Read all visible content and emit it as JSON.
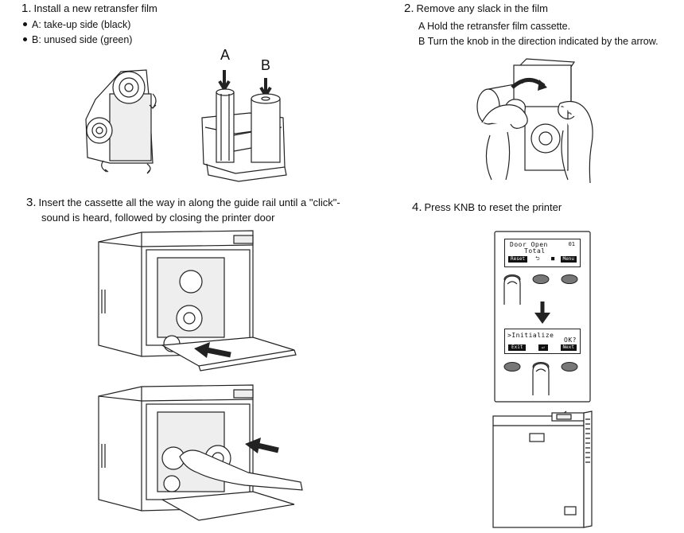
{
  "step1": {
    "number": "1.",
    "title": "Install a new retransfer film",
    "bullet_a": "A: take-up side (black)",
    "bullet_b": "B: unused side (green)",
    "label_a": "A",
    "label_b": "B"
  },
  "step2": {
    "number": "2.",
    "title": "Remove any slack in the film",
    "line_a": "A Hold the retransfer film cassette.",
    "line_b": "B Turn the knob in the direction indicated by the arrow."
  },
  "step3": {
    "number": "3.",
    "line1": "Insert the cassette all the way in along the guide rail until a \"click\"-",
    "line2": "sound is heard, followed by closing the printer door"
  },
  "step4": {
    "number": "4.",
    "title": "Press KNB to reset the printer",
    "lcd1": {
      "line1": "Door Open",
      "code": "01",
      "line2": "Total",
      "btn_left": "Reset",
      "btn_right": "Menu"
    },
    "lcd2": {
      "line1": ">Initialize",
      "line2": "OK?",
      "btn_left": "Exit",
      "btn_right": "Next"
    }
  }
}
